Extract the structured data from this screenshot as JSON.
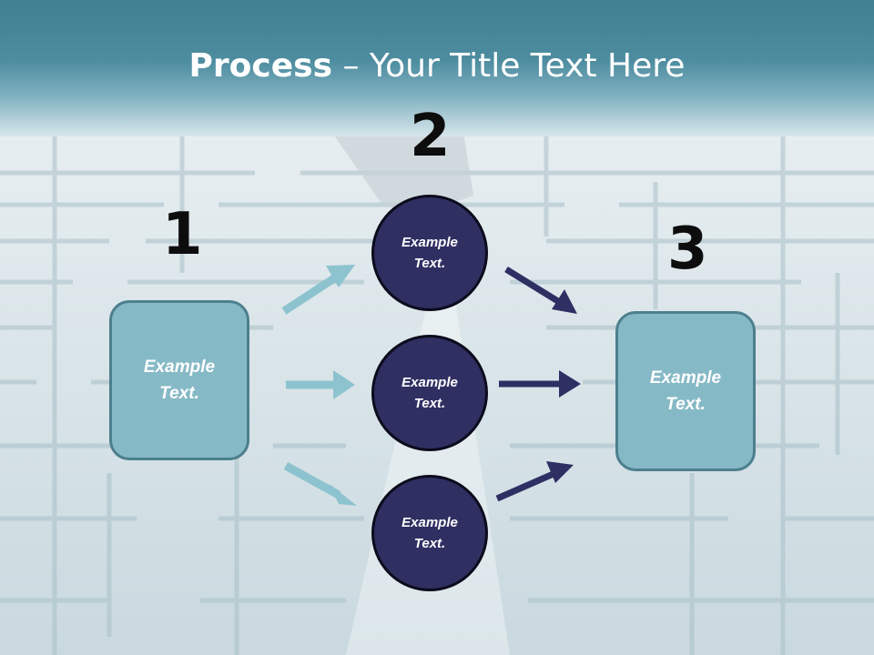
{
  "slide": {
    "title_bold": "Process",
    "title_rest": " – Your Title Text Here",
    "numbers": [
      "1",
      "2",
      "3"
    ],
    "left_box": {
      "line1": "Example",
      "line2": "Text."
    },
    "circles": [
      {
        "line1": "Example",
        "line2": "Text."
      },
      {
        "line1": "Example",
        "line2": "Text."
      },
      {
        "line1": "Example",
        "line2": "Text."
      }
    ],
    "right_box": {
      "line1": "Example",
      "line2": "Text."
    }
  },
  "colors": {
    "title_band": "#4e8da0",
    "box_fill": "#86b9c6",
    "circle_fill": "#2f2f62",
    "light_arrow": "#8cc3cf",
    "dark_arrow": "#2e2f63"
  }
}
